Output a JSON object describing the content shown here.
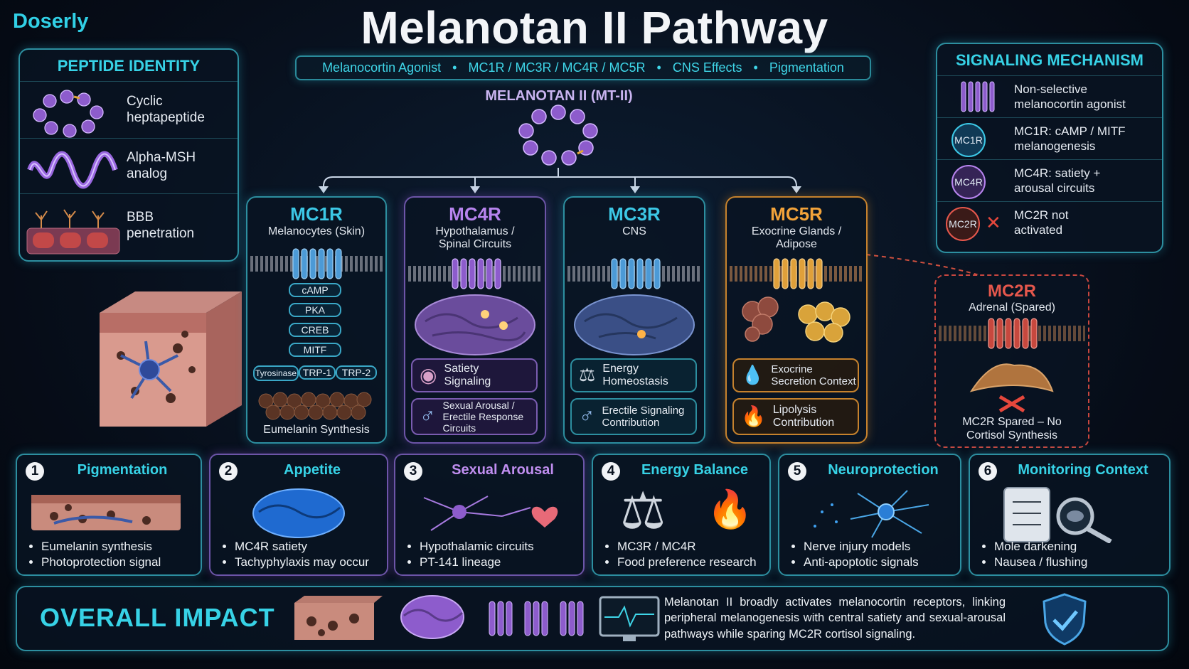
{
  "brand": "Doserly",
  "title": "Melanotan II Pathway",
  "tags": [
    "Melanocortin Agonist",
    "MC1R / MC3R / MC4R / MC5R",
    "CNS Effects",
    "Pigmentation"
  ],
  "compound_label": "MELANOTAN II (MT-II)",
  "peptide_identity": {
    "heading": "PEPTIDE IDENTITY",
    "rows": [
      {
        "text": "Cyclic heptapeptide",
        "icon": "cyclic-peptide-icon"
      },
      {
        "text": "Alpha-MSH analog",
        "icon": "helix-icon"
      },
      {
        "text": "BBB penetration",
        "icon": "barrier-icon"
      }
    ]
  },
  "receptors": [
    {
      "name": "MC1R",
      "location": "Melanocytes (Skin)",
      "color": "#3cc8e6",
      "cascade": [
        "cAMP",
        "PKA",
        "CREB",
        "MITF"
      ],
      "enzymes": [
        "Tyrosinase",
        "TRP-1",
        "TRP-2"
      ],
      "output": "Eumelanin Synthesis"
    },
    {
      "name": "MC4R",
      "location": "Hypothalamus / Spinal Circuits",
      "color": "#b784ee",
      "boxes": [
        "Satiety Signaling",
        "Sexual Arousal / Erectile Response Circuits"
      ]
    },
    {
      "name": "MC3R",
      "location": "CNS",
      "color": "#3cc8e6",
      "boxes": [
        "Energy Homeostasis",
        "Erectile Signaling Contribution"
      ]
    },
    {
      "name": "MC5R",
      "location": "Exocrine Glands / Adipose",
      "color": "#f2a33a",
      "boxes": [
        "Exocrine Secretion Context",
        "Lipolysis Contribution"
      ]
    }
  ],
  "mc2r": {
    "name": "MC2R",
    "location": "Adrenal (Spared)",
    "note": "MC2R Spared – No Cortisol Synthesis",
    "color": "#e5574c"
  },
  "signaling": {
    "heading": "SIGNALING MECHANISM",
    "rows": [
      {
        "badge": "",
        "text": "Non-selective melanocortin agonist"
      },
      {
        "badge": "MC1R",
        "text": "MC1R: cAMP / MITF melanogenesis"
      },
      {
        "badge": "MC4R",
        "text": "MC4R: satiety + arousal circuits"
      },
      {
        "badge": "MC2R",
        "text": "MC2R not activated"
      }
    ]
  },
  "effects": [
    {
      "num": "1",
      "title": "Pigmentation",
      "color": "#37d2e6",
      "bullets": [
        "Eumelanin synthesis",
        "Photoprotection signal"
      ]
    },
    {
      "num": "2",
      "title": "Appetite",
      "color": "#37d2e6",
      "bullets": [
        "MC4R satiety",
        "Tachyphylaxis may occur"
      ]
    },
    {
      "num": "3",
      "title": "Sexual Arousal",
      "color": "#c08ef0",
      "bullets": [
        "Hypothalamic circuits",
        "PT-141 lineage"
      ]
    },
    {
      "num": "4",
      "title": "Energy Balance",
      "color": "#37d2e6",
      "bullets": [
        "MC3R / MC4R",
        "Food preference research"
      ]
    },
    {
      "num": "5",
      "title": "Neuroprotection",
      "color": "#37d2e6",
      "bullets": [
        "Nerve injury models",
        "Anti-apoptotic signals"
      ]
    },
    {
      "num": "6",
      "title": "Monitoring Context",
      "color": "#37d2e6",
      "bullets": [
        "Mole darkening",
        "Nausea / flushing"
      ]
    }
  ],
  "overall": {
    "heading": "OVERALL IMPACT",
    "text": "Melanotan II broadly activates melanocortin receptors, linking peripheral melanogenesis with central satiety and sexual-arousal pathways while sparing MC2R cortisol signaling."
  }
}
